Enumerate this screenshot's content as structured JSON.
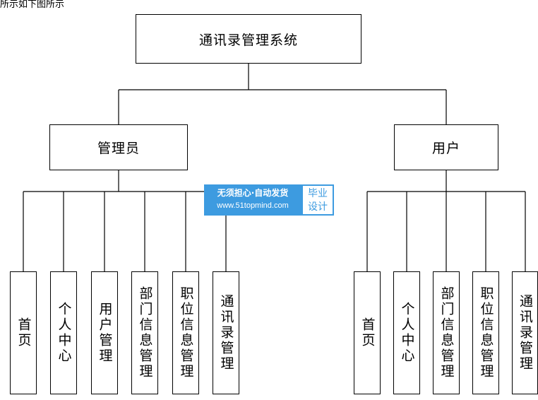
{
  "fragment": "所示如下图所示",
  "root": "通讯录管理系统",
  "branches": [
    {
      "label": "管理员",
      "children": [
        "首页",
        "个人中心",
        "用户管理",
        "部门信息管理",
        "职位信息管理",
        "通讯录管理"
      ]
    },
    {
      "label": "用户",
      "children": [
        "首页",
        "个人中心",
        "部门信息管理",
        "职位信息管理",
        "通讯录管理"
      ]
    }
  ],
  "watermark": {
    "line1": "无须担心·自动发货",
    "line2": "www.51topmind.com",
    "badge_top": "毕业",
    "badge_bottom": "设计"
  }
}
